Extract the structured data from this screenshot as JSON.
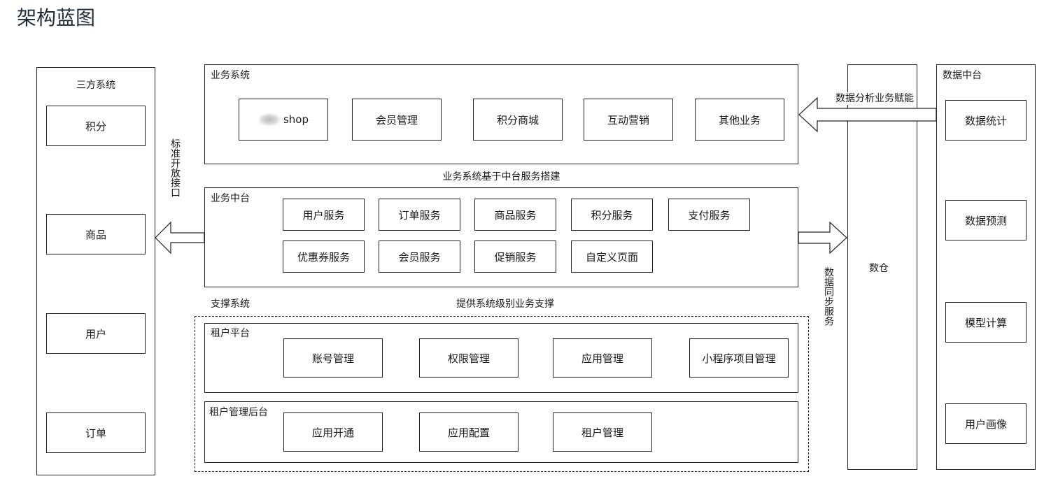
{
  "title": "架构蓝图",
  "third_party": {
    "title": "三方系统",
    "items": [
      "积分",
      "商品",
      "用户",
      "订单"
    ]
  },
  "business_system": {
    "title": "业务系统",
    "items": [
      "shop",
      "会员管理",
      "积分商城",
      "互动营销",
      "其他业务"
    ]
  },
  "middle_caption": "业务系统基于中台服务搭建",
  "business_platform": {
    "title": "业务中台",
    "row1": [
      "用户服务",
      "订单服务",
      "商品服务",
      "积分服务",
      "支付服务"
    ],
    "row2": [
      "优惠券服务",
      "会员服务",
      "促销服务",
      "自定义页面"
    ]
  },
  "support": {
    "title": "支撑系统",
    "caption": "提供系统级别业务支撑",
    "tenant_platform": {
      "title": "租户平台",
      "items": [
        "账号管理",
        "权限管理",
        "应用管理",
        "小程序项目管理"
      ]
    },
    "tenant_admin": {
      "title": "租户管理后台",
      "items": [
        "应用开通",
        "应用配置",
        "租户管理"
      ]
    }
  },
  "open_api_label": "标准开放接口",
  "data_sync_label": "数据同步服务",
  "data_analysis_label": "数据分析业务赋能",
  "warehouse": {
    "title": "数仓"
  },
  "data_platform": {
    "title": "数据中台",
    "items": [
      "数据统计",
      "数据预测",
      "模型计算",
      "用户画像"
    ]
  }
}
